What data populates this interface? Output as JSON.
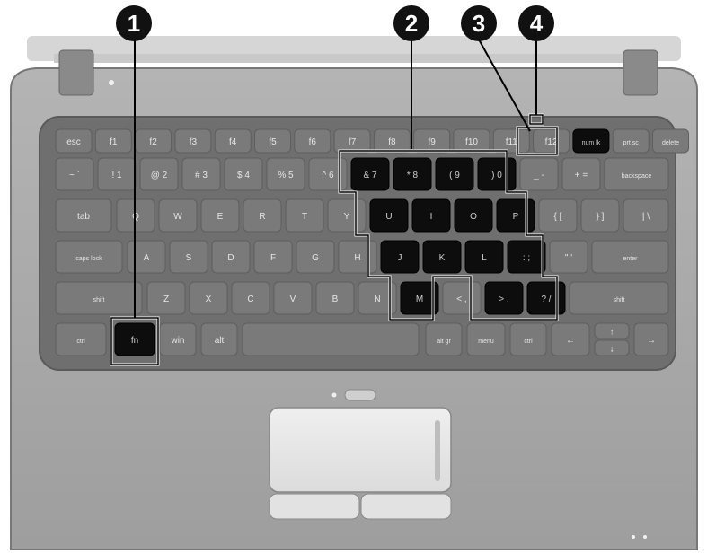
{
  "callouts": [
    "1",
    "2",
    "3",
    "4"
  ],
  "keyboard": {
    "function_row": [
      "esc",
      "f1",
      "f2",
      "f3",
      "f4",
      "f5",
      "f6",
      "f7",
      "f8",
      "f9",
      "f10",
      "f11",
      "f12",
      "num lk",
      "prt sc",
      "delete"
    ],
    "number_row": [
      "~ `",
      "! 1",
      "@ 2",
      "# 3",
      "$ 4",
      "% 5",
      "^ 6",
      "& 7",
      "* 8",
      "( 9",
      ") 0",
      "_ -",
      "+ =",
      "backspace"
    ],
    "top_row": [
      "tab",
      "Q",
      "W",
      "E",
      "R",
      "T",
      "Y",
      "U",
      "I",
      "O",
      "P",
      "{ [",
      "} ]",
      "| \\"
    ],
    "home_row": [
      "caps lock",
      "A",
      "S",
      "D",
      "F",
      "G",
      "H",
      "J",
      "K",
      "L",
      ": ;",
      "\" '",
      "enter"
    ],
    "bottom_row": [
      "shift",
      "Z",
      "X",
      "C",
      "V",
      "B",
      "N",
      "M",
      "< ,",
      "> .",
      "? /",
      "shift"
    ],
    "space_row": [
      "ctrl",
      "fn",
      "win",
      "alt",
      "",
      "alt gr",
      "menu",
      "ctrl",
      "←",
      "↑",
      "↓",
      "→"
    ]
  },
  "colors": {
    "body": "#a9a9a9",
    "body_dark": "#8e8e8e",
    "key": "#7a7a7a",
    "key_dark": "#5e5e5e",
    "highlight": "#0d0d0d",
    "touchpad": "#e4e4e4"
  }
}
